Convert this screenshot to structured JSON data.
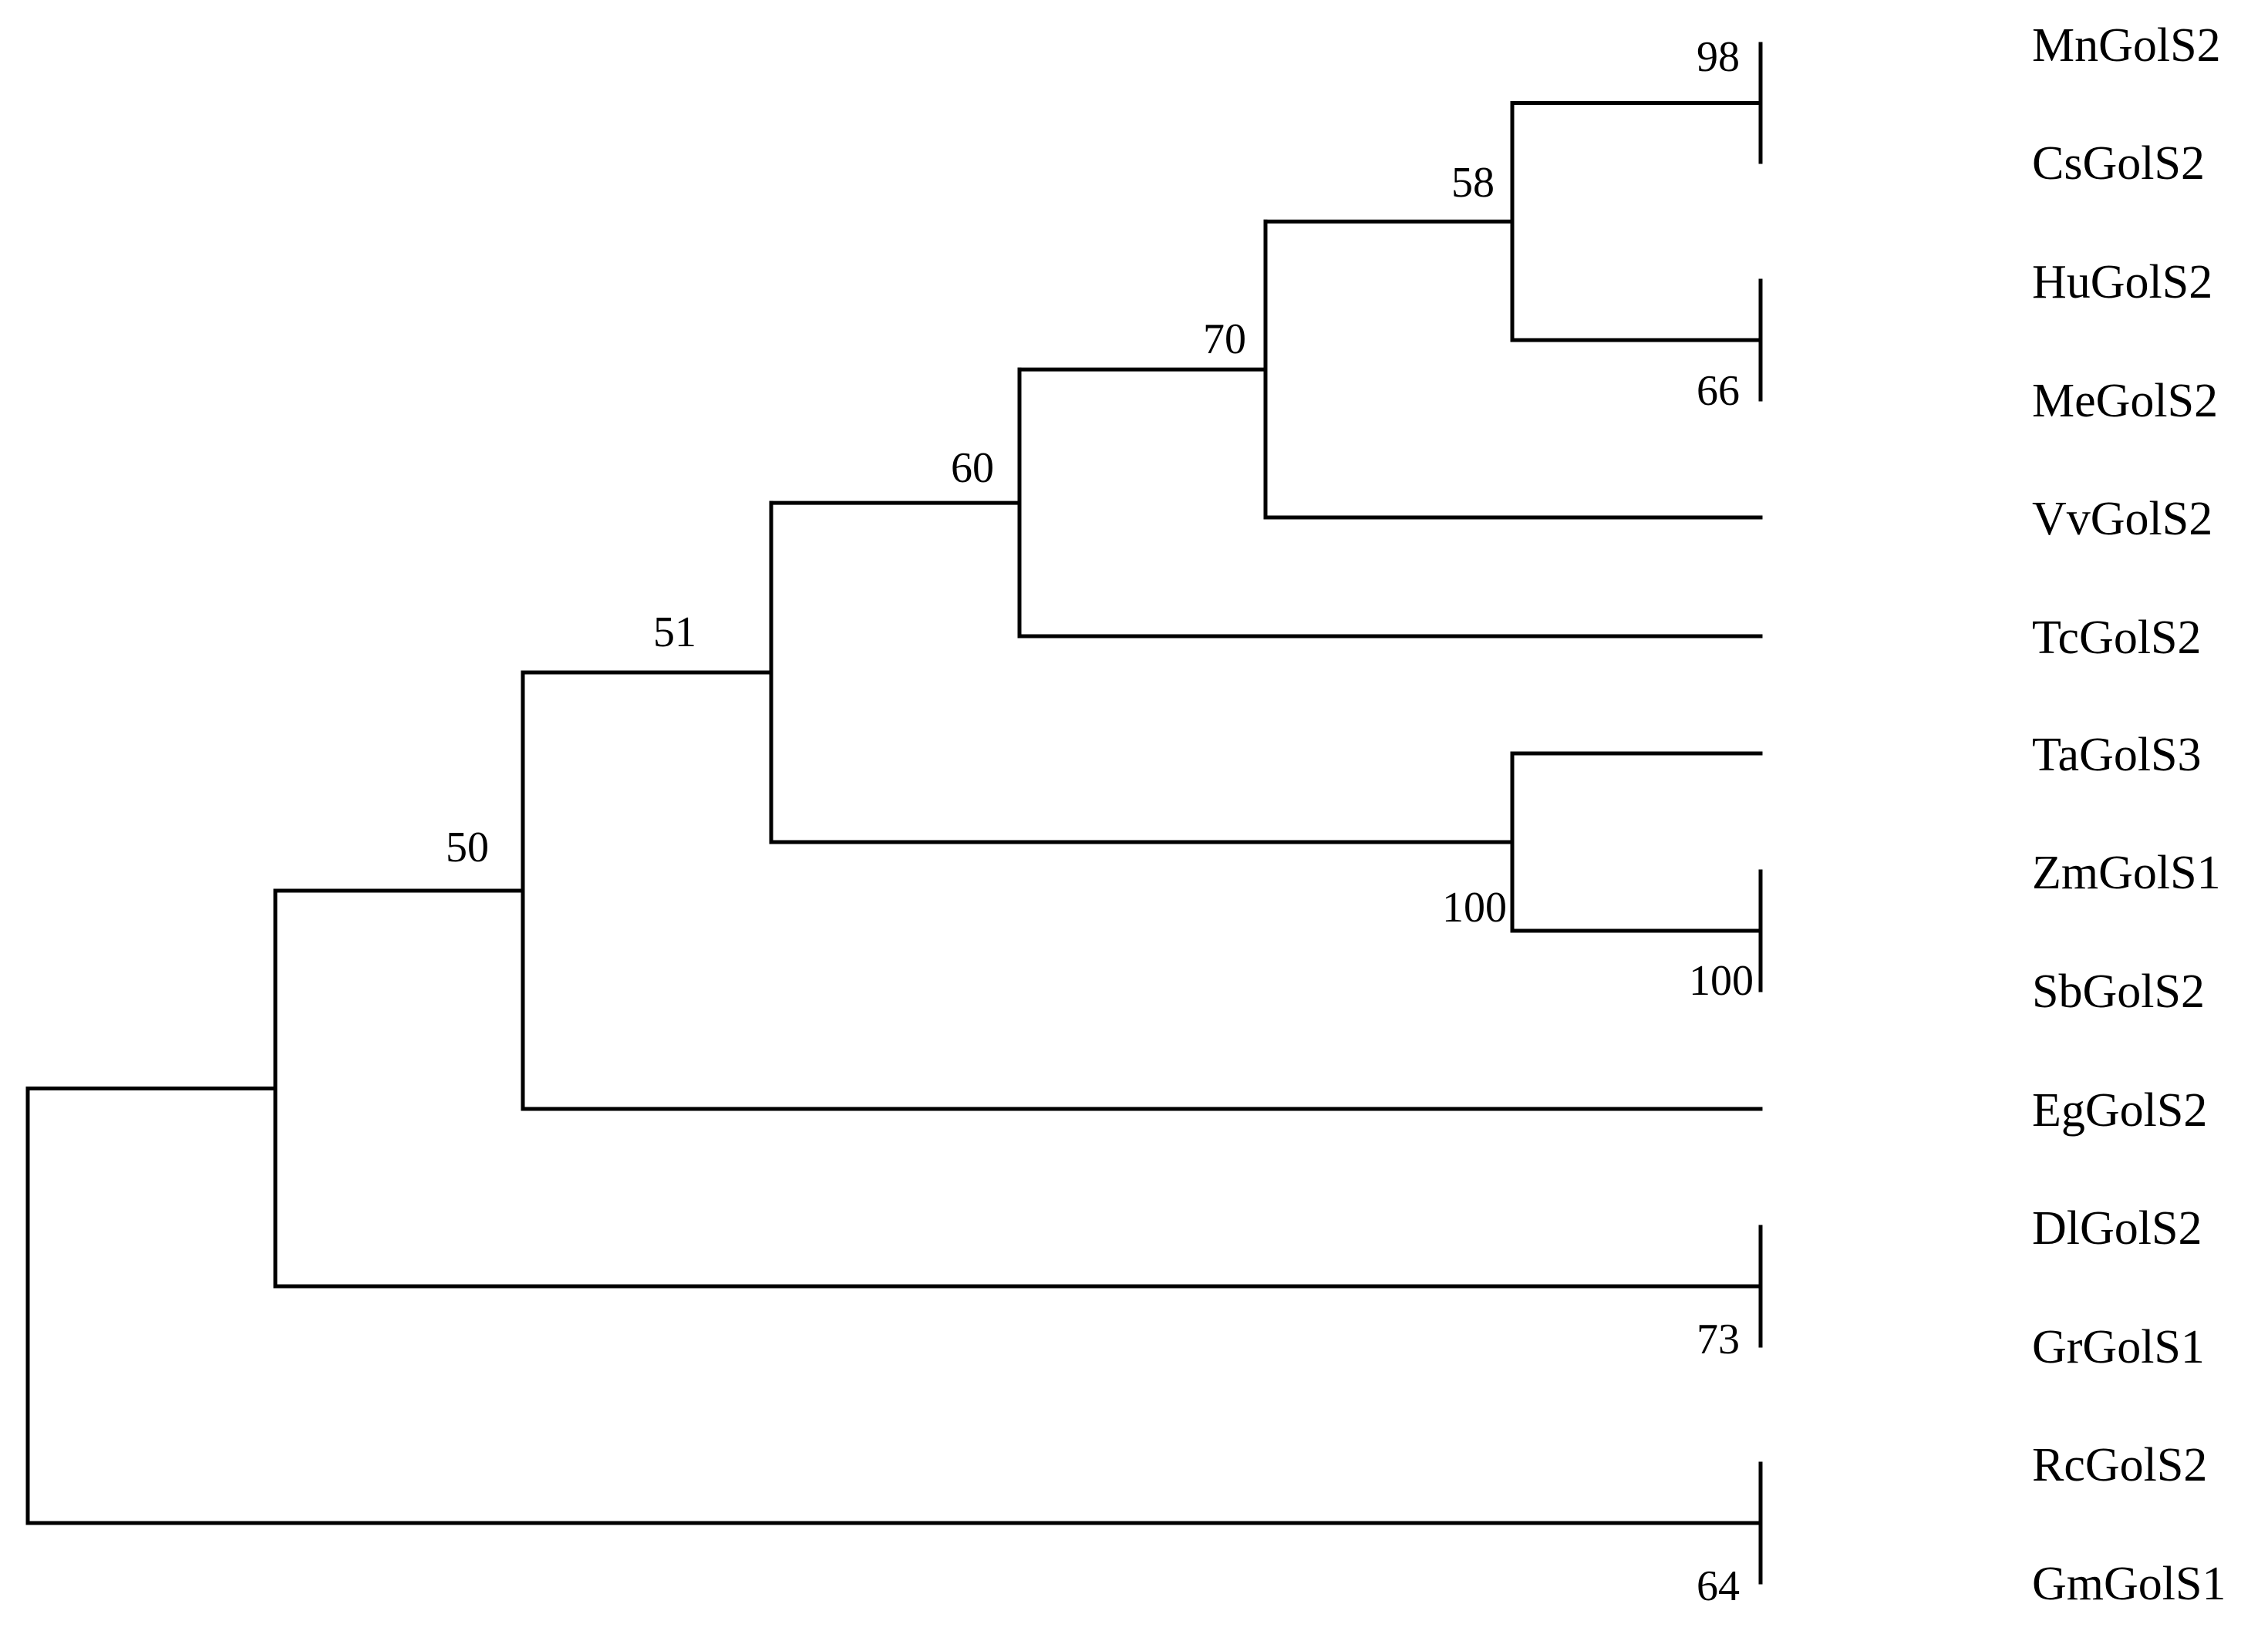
{
  "tree": {
    "leaves": [
      {
        "id": "MnGolS2",
        "label": "MnGolS2"
      },
      {
        "id": "CsGolS2",
        "label": "CsGolS2"
      },
      {
        "id": "HuGolS2",
        "label": "HuGolS2"
      },
      {
        "id": "MeGolS2",
        "label": "MeGolS2"
      },
      {
        "id": "VvGolS2",
        "label": "VvGolS2"
      },
      {
        "id": "TcGolS2",
        "label": "TcGolS2"
      },
      {
        "id": "TaGolS3",
        "label": "TaGolS3"
      },
      {
        "id": "ZmGolS1",
        "label": "ZmGolS1"
      },
      {
        "id": "SbGolS2",
        "label": "SbGolS2"
      },
      {
        "id": "EgGolS2",
        "label": "EgGolS2"
      },
      {
        "id": "DlGolS2",
        "label": "DlGolS2"
      },
      {
        "id": "GrGolS1",
        "label": "GrGolS1"
      },
      {
        "id": "RcGolS2",
        "label": "RcGolS2"
      },
      {
        "id": "GmGolS1",
        "label": "GmGolS1"
      }
    ],
    "clades": [
      {
        "id": "c_mn_cs",
        "children": [
          "MnGolS2",
          "CsGolS2"
        ],
        "support": "98"
      },
      {
        "id": "c_hu_me",
        "children": [
          "HuGolS2",
          "MeGolS2"
        ],
        "support": "66"
      },
      {
        "id": "c_58",
        "children": [
          "c_mn_cs",
          "c_hu_me"
        ],
        "support": "58"
      },
      {
        "id": "c_70",
        "children": [
          "c_58",
          "VvGolS2"
        ],
        "support": "70"
      },
      {
        "id": "c_60",
        "children": [
          "c_70",
          "TcGolS2"
        ],
        "support": "60"
      },
      {
        "id": "c_zm_sb",
        "children": [
          "ZmGolS1",
          "SbGolS2"
        ],
        "support": "100"
      },
      {
        "id": "c_ta",
        "children": [
          "TaGolS3",
          "c_zm_sb"
        ],
        "support": "100"
      },
      {
        "id": "c_51",
        "children": [
          "c_60",
          "c_ta"
        ],
        "support": "51"
      },
      {
        "id": "c_50",
        "children": [
          "c_51",
          "EgGolS2"
        ],
        "support": "50"
      },
      {
        "id": "c_dl_gr",
        "children": [
          "DlGolS2",
          "GrGolS1"
        ],
        "support": "73"
      },
      {
        "id": "c_inner",
        "children": [
          "c_50",
          "c_dl_gr"
        ],
        "support": ""
      },
      {
        "id": "c_rc_gm",
        "children": [
          "RcGolS2",
          "GmGolS1"
        ],
        "support": "64"
      },
      {
        "id": "root",
        "children": [
          "c_inner",
          "c_rc_gm"
        ],
        "support": ""
      }
    ]
  }
}
